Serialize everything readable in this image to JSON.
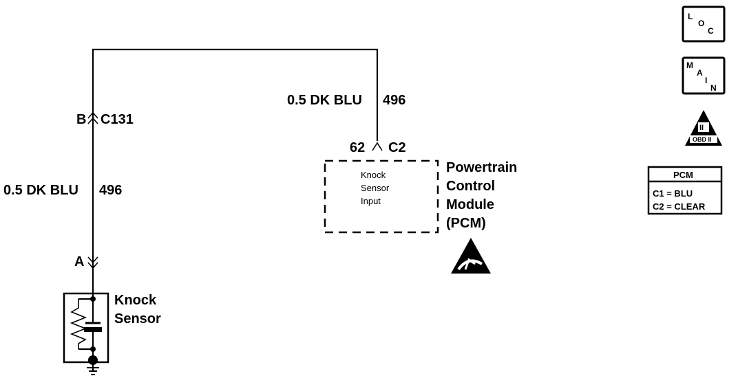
{
  "wires": {
    "left_wire": {
      "gauge": "0.5 DK BLU",
      "circuit": "496"
    },
    "right_wire": {
      "gauge": "0.5 DK BLU",
      "circuit": "496"
    }
  },
  "connectors": {
    "inline": {
      "pin": "B",
      "name": "C131"
    },
    "sensor_pin": {
      "pin": "A"
    },
    "pcm_pin": {
      "pin": "62",
      "name": "C2"
    }
  },
  "pcm": {
    "internal_label": [
      "Knock",
      "Sensor",
      "Input"
    ],
    "name_lines": [
      "Powertrain",
      "Control",
      "Module",
      "(PCM)"
    ]
  },
  "sensor": {
    "name_lines": [
      "Knock",
      "Sensor"
    ]
  },
  "legend": {
    "loc": {
      "l": "L",
      "o": "O",
      "c": "C"
    },
    "main": {
      "m": "M",
      "a": "A",
      "i": "I",
      "n": "N"
    },
    "obd": {
      "numeral": "II",
      "caption": "OBD II"
    },
    "pcm_table": {
      "title": "PCM",
      "rows": [
        "C1 = BLU",
        "C2 = CLEAR"
      ]
    }
  },
  "colors": {
    "ink": "#000000",
    "background": "#ffffff"
  }
}
